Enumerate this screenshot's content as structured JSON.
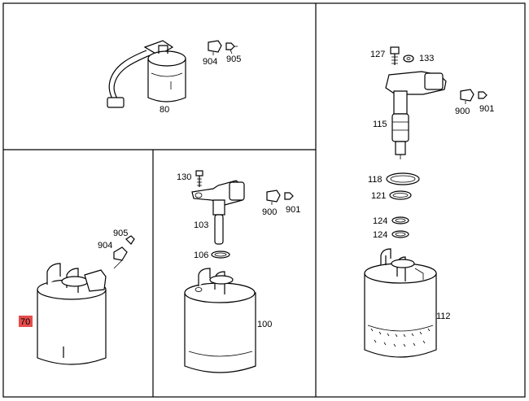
{
  "highlight_color": "#e74c4c",
  "labels": {
    "p80": "80",
    "p904a": "904",
    "p905a": "905",
    "p127": "127",
    "p133": "133",
    "p900a": "900",
    "p901a": "901",
    "p115": "115",
    "p118": "118",
    "p121": "121",
    "p124a": "124",
    "p124b": "124",
    "p112": "112",
    "p130": "130",
    "p900b": "900",
    "p901b": "901",
    "p103": "103",
    "p106": "106",
    "p100": "100",
    "p905b": "905",
    "p904b": "904",
    "p70": "70"
  }
}
